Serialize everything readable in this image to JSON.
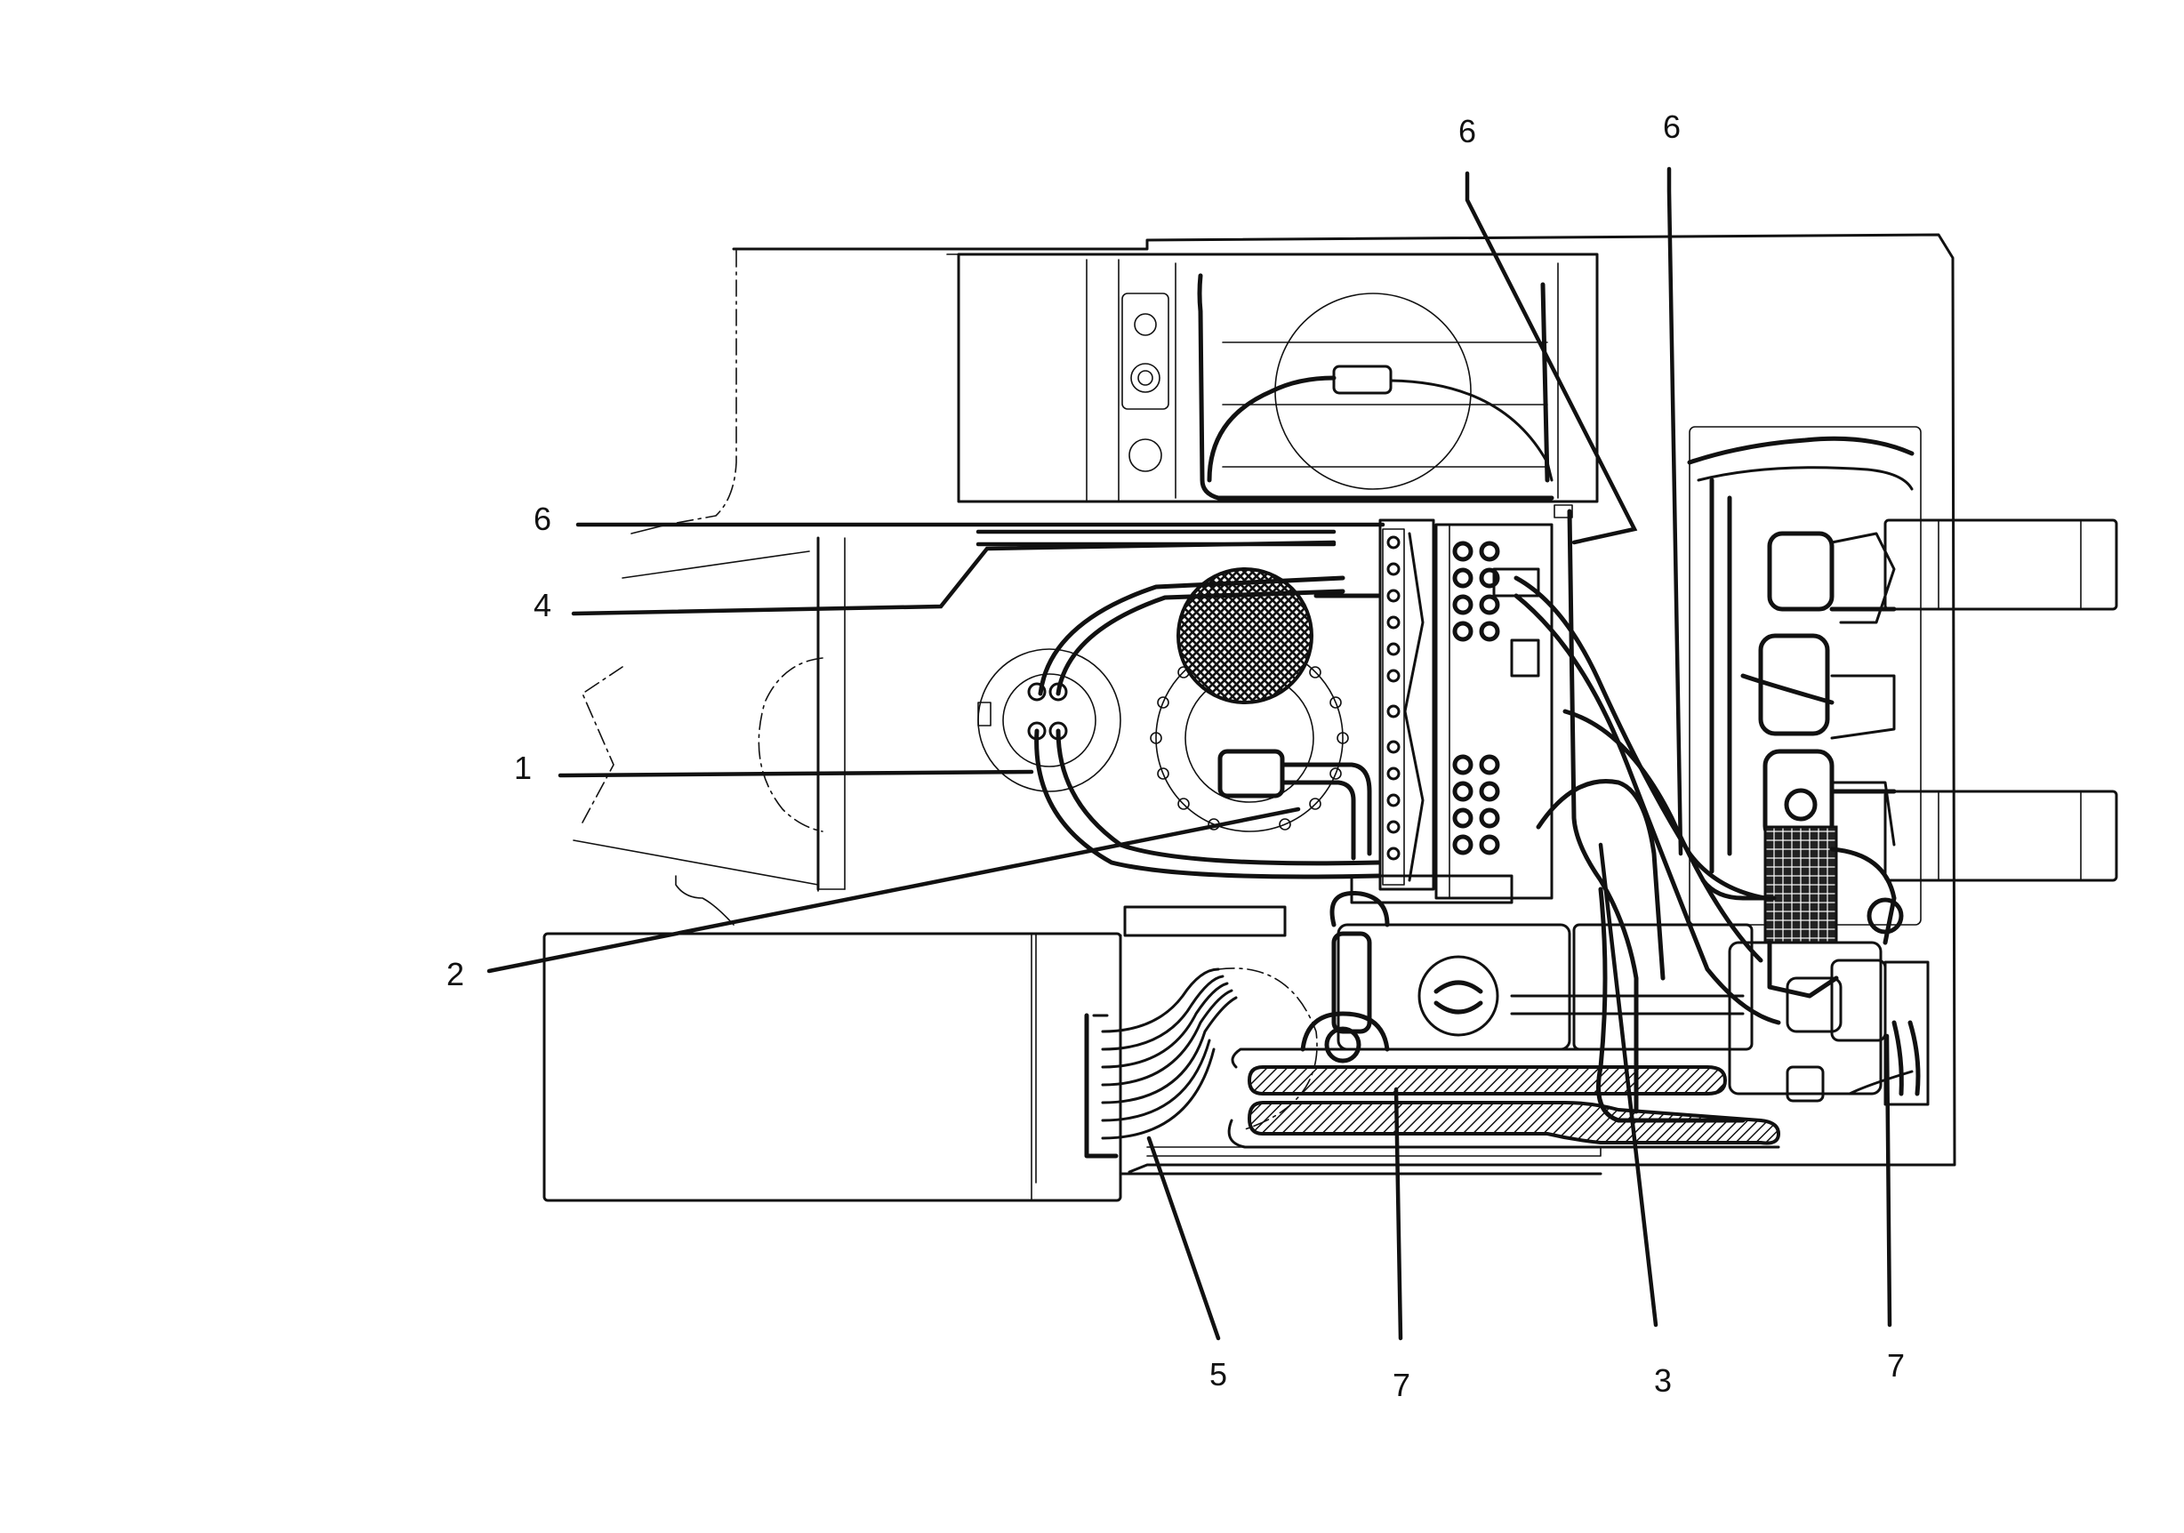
{
  "diagram": {
    "callouts": [
      {
        "id": "c6a",
        "label": "6"
      },
      {
        "id": "c6b",
        "label": "6"
      },
      {
        "id": "c6c",
        "label": "6"
      },
      {
        "id": "c4",
        "label": "4"
      },
      {
        "id": "c1",
        "label": "1"
      },
      {
        "id": "c2",
        "label": "2"
      },
      {
        "id": "c5",
        "label": "5"
      },
      {
        "id": "c7a",
        "label": "7"
      },
      {
        "id": "c3",
        "label": "3"
      },
      {
        "id": "c7b",
        "label": "7"
      }
    ]
  }
}
